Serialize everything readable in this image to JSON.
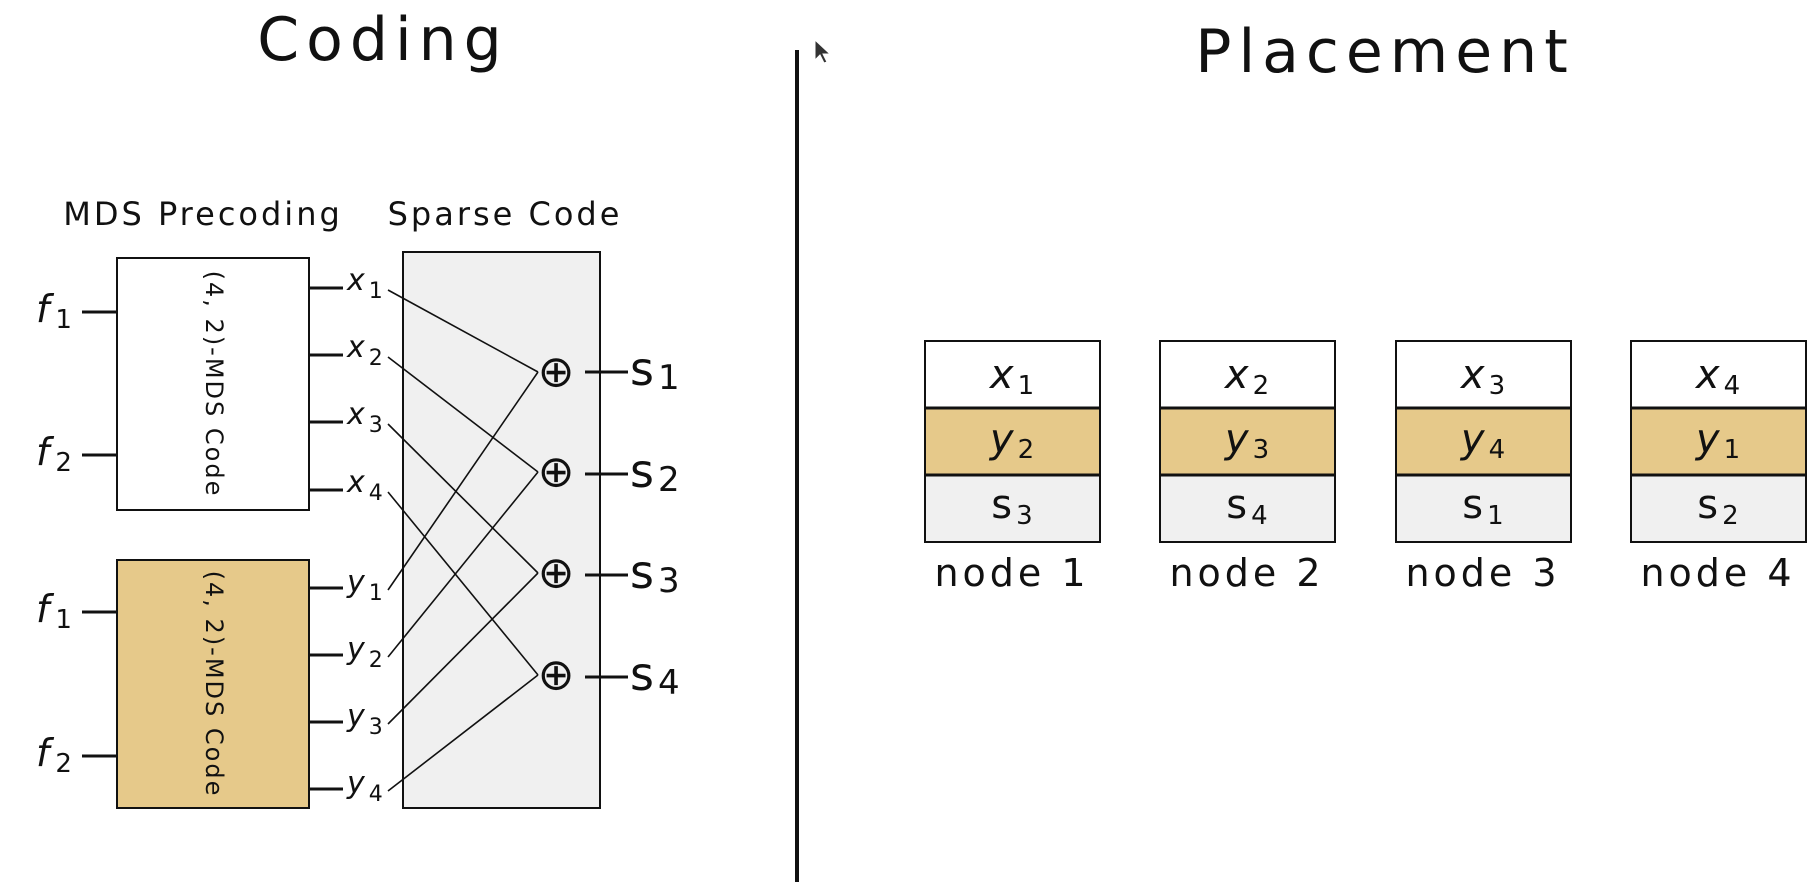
{
  "titles": {
    "coding": "Coding",
    "placement": "Placement"
  },
  "headers": {
    "mds_precoding": "MDS Precoding",
    "sparse_code": "Sparse Code"
  },
  "colors": {
    "gold": "#e6c98a",
    "gray": "#f0f0f0",
    "line": "#111111"
  },
  "mds_boxes": [
    {
      "code_label": "(4, 2)-MDS Code",
      "inputs": [
        {
          "base": "f",
          "sub": "1"
        },
        {
          "base": "f",
          "sub": "2"
        }
      ]
    },
    {
      "code_label": "(4, 2)-MDS Code",
      "inputs": [
        {
          "base": "f",
          "sub": "1"
        },
        {
          "base": "f",
          "sub": "2"
        }
      ]
    }
  ],
  "x_outputs": [
    {
      "base": "x",
      "sub": "1"
    },
    {
      "base": "x",
      "sub": "2"
    },
    {
      "base": "x",
      "sub": "3"
    },
    {
      "base": "x",
      "sub": "4"
    }
  ],
  "y_outputs": [
    {
      "base": "y",
      "sub": "1"
    },
    {
      "base": "y",
      "sub": "2"
    },
    {
      "base": "y",
      "sub": "3"
    },
    {
      "base": "y",
      "sub": "4"
    }
  ],
  "xor_symbol": "⊕",
  "sums": [
    {
      "base": "s",
      "sub": "1"
    },
    {
      "base": "s",
      "sub": "2"
    },
    {
      "base": "s",
      "sub": "3"
    },
    {
      "base": "s",
      "sub": "4"
    }
  ],
  "nodes": [
    {
      "label": "node 1",
      "cells": [
        {
          "base": "x",
          "sub": "1"
        },
        {
          "base": "y",
          "sub": "2"
        },
        {
          "base": "s",
          "sub": "3"
        }
      ]
    },
    {
      "label": "node 2",
      "cells": [
        {
          "base": "x",
          "sub": "2"
        },
        {
          "base": "y",
          "sub": "3"
        },
        {
          "base": "s",
          "sub": "4"
        }
      ]
    },
    {
      "label": "node 3",
      "cells": [
        {
          "base": "x",
          "sub": "3"
        },
        {
          "base": "y",
          "sub": "4"
        },
        {
          "base": "s",
          "sub": "1"
        }
      ]
    },
    {
      "label": "node 4",
      "cells": [
        {
          "base": "x",
          "sub": "4"
        },
        {
          "base": "y",
          "sub": "1"
        },
        {
          "base": "s",
          "sub": "2"
        }
      ]
    }
  ]
}
